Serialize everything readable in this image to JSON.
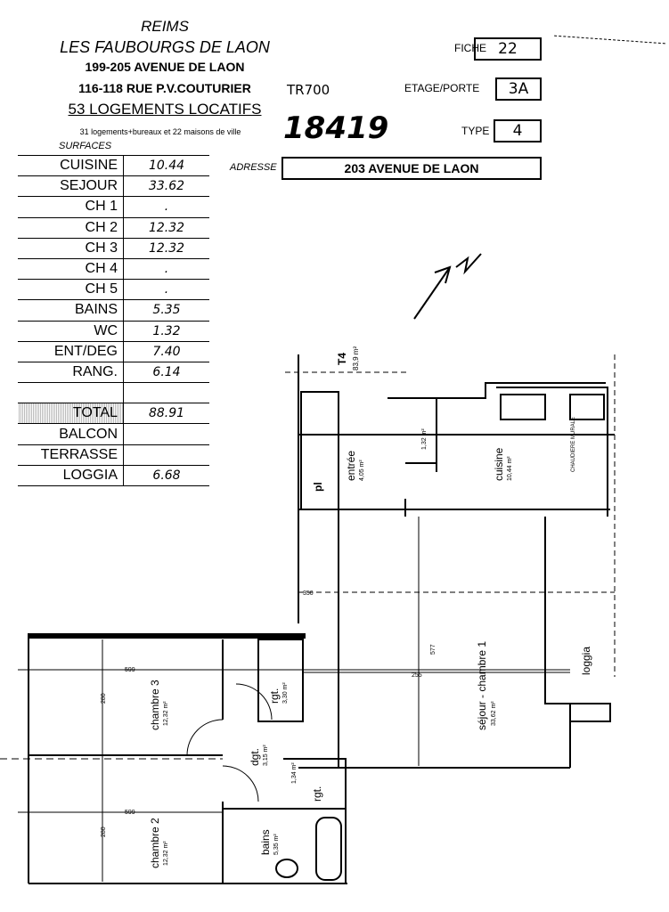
{
  "header": {
    "city": "REIMS",
    "program": "LES FAUBOURGS DE LAON",
    "address_1": "199-205 AVENUE DE LAON",
    "address_2": "116-118 RUE P.V.COUTURIER",
    "units": "53 LOGEMENTS LOCATIFS",
    "units_detail": "31 logements+bureaux et 22 maisons de ville"
  },
  "annotations": {
    "tr": "TR700",
    "number": "18419"
  },
  "surfaces": {
    "title": "SURFACES",
    "rows": [
      {
        "label": "CUISINE",
        "value": "10.44"
      },
      {
        "label": "SEJOUR",
        "value": "33.62"
      },
      {
        "label": "CH 1",
        "value": "."
      },
      {
        "label": "CH 2",
        "value": "12.32"
      },
      {
        "label": "CH 3",
        "value": "12.32"
      },
      {
        "label": "CH 4",
        "value": "."
      },
      {
        "label": "CH 5",
        "value": "."
      },
      {
        "label": "BAINS",
        "value": "5.35"
      },
      {
        "label": "WC",
        "value": "1.32"
      },
      {
        "label": "ENT/DEG",
        "value": "7.40"
      },
      {
        "label": "RANG.",
        "value": "6.14"
      },
      {
        "label": "",
        "value": ""
      },
      {
        "label": "TOTAL",
        "value": "88.91"
      },
      {
        "label": "BALCON",
        "value": ""
      },
      {
        "label": "TERRASSE",
        "value": ""
      },
      {
        "label": "LOGGIA",
        "value": "6.68"
      }
    ]
  },
  "fields": {
    "fiche_label": "FICHE",
    "fiche_value": "22",
    "etage_label": "ETAGE/PORTE",
    "etage_value": "3A",
    "type_label": "TYPE",
    "type_value": "4",
    "adresse_label": "ADRESSE",
    "adresse_value": "203 AVENUE DE LAON"
  },
  "plan": {
    "t4": "T4",
    "t4_area": "83,9 m²",
    "entree": "entrée",
    "entree_area": "4,05 m²",
    "pl": "pl",
    "cuisine": "cuisine",
    "cuisine_area": "10,44 m²",
    "wc_area": "1,32 m²",
    "chaudiere": "CHAUDIERE MURALE",
    "sejour": "séjour - chambre 1",
    "sejour_area": "33,62 m²",
    "loggia": "loggia",
    "chambre3": "chambre 3",
    "chambre3_area": "12,32 m²",
    "chambre2": "chambre 2",
    "chambre2_area": "12,32 m²",
    "rgt1": "rgt.",
    "rgt1_area": "3,30 m²",
    "dgt": "dgt.",
    "dgt_area": "3,15 m²",
    "rgt2": "rgt.",
    "rgt2_area": "1,34 m²",
    "bains": "bains",
    "bains_area": "5,35 m²",
    "dim_577": "577",
    "dim_255": "255",
    "dim_350": "350",
    "dim_599a": "599",
    "dim_599b": "599",
    "dim_280a": "280",
    "dim_280b": "280"
  }
}
